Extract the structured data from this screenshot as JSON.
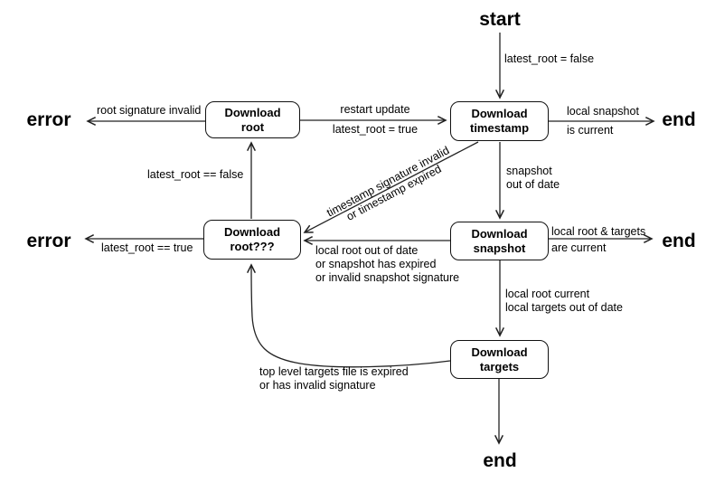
{
  "colors": {
    "background": "#ffffff",
    "stroke": "#222222",
    "text": "#000000"
  },
  "terminals": {
    "start": {
      "label": "start"
    },
    "end_top": {
      "label": "end"
    },
    "end_mid": {
      "label": "end"
    },
    "end_bottom": {
      "label": "end"
    },
    "error_top": {
      "label": "error"
    },
    "error_bottom": {
      "label": "error"
    }
  },
  "nodes": {
    "download_root": {
      "lines": [
        "Download",
        "root"
      ]
    },
    "download_timestamp": {
      "lines": [
        "Download",
        "timestamp"
      ]
    },
    "download_root_again": {
      "lines": [
        "Download",
        "root???"
      ]
    },
    "download_snapshot": {
      "lines": [
        "Download",
        "snapshot"
      ]
    },
    "download_targets": {
      "lines": [
        "Download",
        "targets"
      ]
    }
  },
  "edge_labels": {
    "start_to_timestamp": {
      "lines": [
        "latest_root = false"
      ]
    },
    "timestamp_to_end": {
      "lines": [
        "local snapshot",
        "is current"
      ]
    },
    "root_to_error": {
      "lines": [
        "root signature invalid"
      ]
    },
    "root_to_timestamp": {
      "lines": [
        "restart update",
        "latest_root = true"
      ]
    },
    "timestamp_to_snapshot": {
      "lines": [
        "snapshot",
        "out of date"
      ]
    },
    "timestamp_to_root_again": {
      "lines": [
        "timestamp signature invalid",
        "or timestamp expired"
      ]
    },
    "snapshot_to_root_again": {
      "lines": [
        "local root out of date",
        "or snapshot has expired",
        "or invalid snapshot signature"
      ]
    },
    "root_again_to_error": {
      "lines": [
        "latest_root == true"
      ]
    },
    "root_again_to_root": {
      "lines": [
        "latest_root == false"
      ]
    },
    "snapshot_to_end": {
      "lines": [
        "local root & targets",
        "are current"
      ]
    },
    "snapshot_to_targets": {
      "lines": [
        "local root current",
        "local targets out of date"
      ]
    },
    "targets_to_root_again": {
      "lines": [
        "top level targets file is expired",
        "or has invalid signature"
      ]
    }
  }
}
